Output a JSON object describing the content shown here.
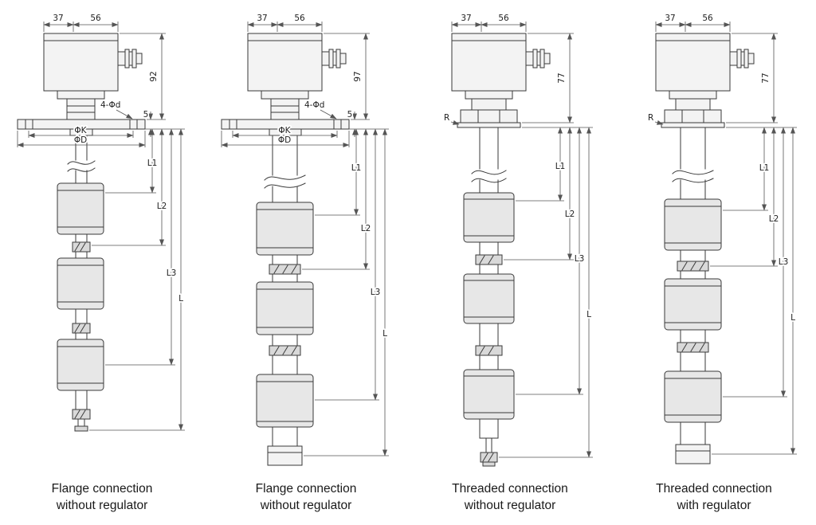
{
  "page": {
    "title": "Float level switch installation drawings",
    "background": "#ffffff"
  },
  "colors": {
    "line": "#3a3a3a",
    "dim_line": "#555555",
    "text": "#222222",
    "fill_part": "#f3f3f3",
    "fill_float": "#e7e7e7",
    "fill_clip": "#d9d9d9"
  },
  "diagrams": [
    {
      "id": "flange-without-regulator-1",
      "caption": {
        "line1": "Flange connection",
        "line2": "without regulator"
      },
      "dims": {
        "w1": "37",
        "w2": "56",
        "height": "92",
        "flange_thickness": "5",
        "bolt_pattern": "4-Φd",
        "bolt_circle": "ΦK",
        "flange_dia": "ΦD",
        "l1": "L1",
        "l2": "L2",
        "l3": "L3",
        "l": "L"
      }
    },
    {
      "id": "flange-without-regulator-2",
      "caption": {
        "line1": "Flange connection",
        "line2": "without regulator"
      },
      "dims": {
        "w1": "37",
        "w2": "56",
        "height": "97",
        "flange_thickness": "5",
        "bolt_pattern": "4-Φd",
        "bolt_circle": "ΦK",
        "flange_dia": "ΦD",
        "l1": "L1",
        "l2": "L2",
        "l3": "L3",
        "l": "L"
      }
    },
    {
      "id": "threaded-without-regulator",
      "caption": {
        "line1": "Threaded connection",
        "line2": "without regulator"
      },
      "dims": {
        "w1": "37",
        "w2": "56",
        "height": "77",
        "thread": "R",
        "l1": "L1",
        "l2": "L2",
        "l3": "L3",
        "l": "L"
      }
    },
    {
      "id": "threaded-with-regulator",
      "caption": {
        "line1": "Threaded connection",
        "line2": "with regulator"
      },
      "dims": {
        "w1": "37",
        "w2": "56",
        "height": "77",
        "thread": "R",
        "l1": "L1",
        "l2": "L2",
        "l3": "L3",
        "l": "L"
      }
    }
  ]
}
